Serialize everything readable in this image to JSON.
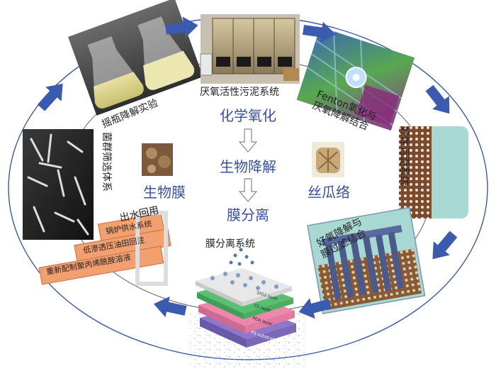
{
  "stages": {
    "shake_flask": "摇瓶降解实验",
    "anaerobic": "厌氧活性污泥系统",
    "fenton_line1": "Fenton氧化与",
    "fenton_line2": "厌氧降解结合",
    "aerobic_sludge": "好性污泥系统",
    "aerobic_mbr_line1": "好氧降解与",
    "aerobic_mbr_line2": "膜过滤结合",
    "membrane_system": "膜分离系统",
    "strain_screening": "菌群筛选体系"
  },
  "reuse": {
    "title": "出水回用",
    "items": [
      "锅炉供水系统",
      "低渗透压油田回注",
      "重新配制聚丙烯酰胺溶液"
    ]
  },
  "center": {
    "steps": [
      "化学氧化",
      "生物降解",
      "膜分离"
    ],
    "left_carrier": "生物膜",
    "right_carrier": "丝瓜络"
  },
  "membrane_layers": [
    "SiO2 layer",
    "CS layer",
    "PDA layer",
    "PS substrate"
  ],
  "colors": {
    "arrow_blue": "#3a5bb0",
    "center_text": "#3a4fa8",
    "reuse_box": "#f2a070",
    "teal_panel": "#a8d8d2",
    "layer_pink": "#ee88aa",
    "layer_green": "#58c070",
    "layer_purple": "#9078c8"
  }
}
